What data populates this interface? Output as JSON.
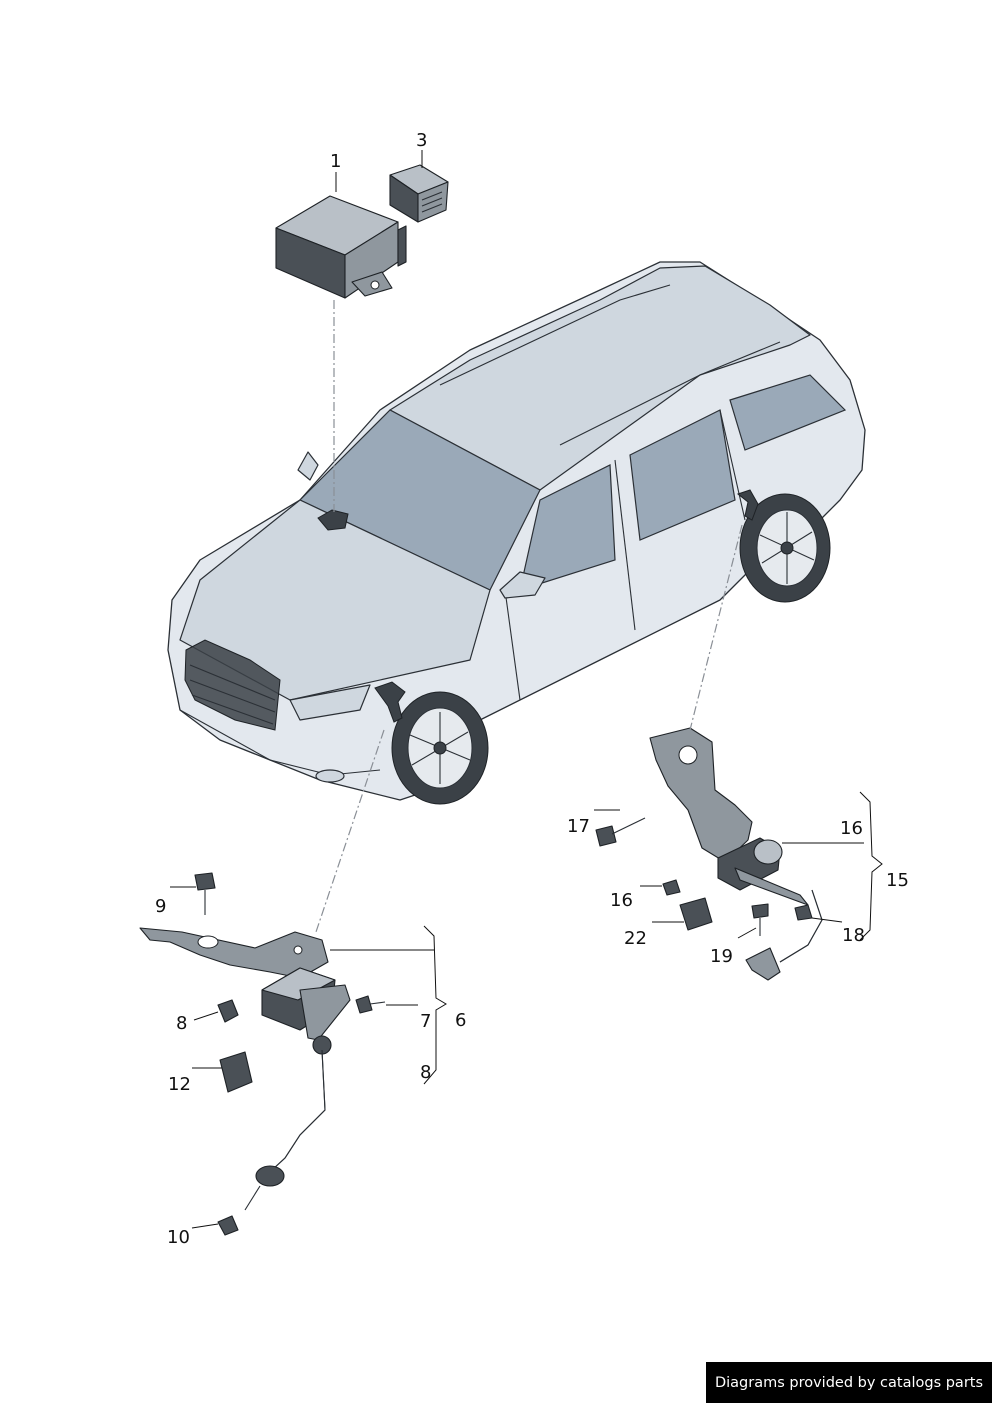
{
  "callouts": {
    "c1": "1",
    "c3": "3",
    "c6": "6",
    "c7": "7",
    "c8a": "8",
    "c8b": "8",
    "c9": "9",
    "c10": "10",
    "c12": "12",
    "c15": "15",
    "c16a": "16",
    "c16b": "16",
    "c17": "17",
    "c18": "18",
    "c19": "19",
    "c22": "22"
  },
  "footer": {
    "text": "Diagrams provided by catalogs parts"
  },
  "colors": {
    "body": "#e3e8ee",
    "glass": "#9aa9b8",
    "footer_bg": "#000000"
  }
}
